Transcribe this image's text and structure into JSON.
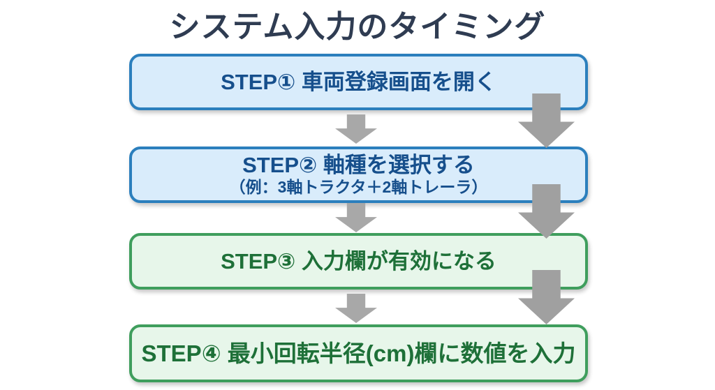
{
  "title": "システム入力のタイミング",
  "steps": [
    {
      "label": "STEP① 車両登録画面を開く",
      "theme": "blue"
    },
    {
      "label": "STEP② 軸種を選択する",
      "sub": "（例：3軸トラクタ＋2軸トレーラ）",
      "theme": "blue"
    },
    {
      "label": "STEP③ 入力欄が有効になる",
      "theme": "green"
    },
    {
      "label": "STEP④ 最小回転半径(cm)欄に数値を入力",
      "theme": "green"
    }
  ],
  "colors": {
    "title_text": "#2f3c52",
    "blue_fill": "#d9ecfb",
    "blue_border": "#2b7fbd",
    "blue_text": "#164f8c",
    "green_fill": "#e7f6ea",
    "green_border": "#3f9e5d",
    "green_text": "#1e7038",
    "arrow_gray": "#a0a0a0"
  }
}
